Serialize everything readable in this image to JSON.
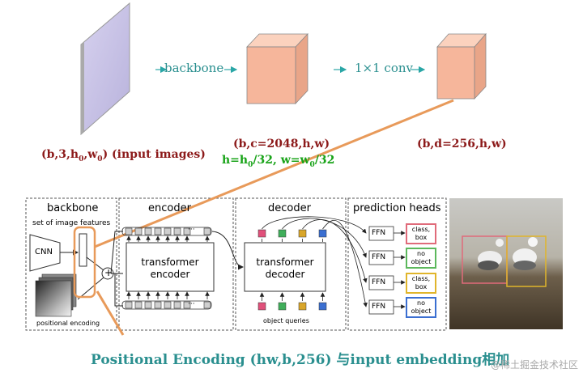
{
  "top": {
    "arrow1_label": "backbone",
    "arrow2_label": "1×1 conv",
    "input_dims": {
      "pre": "(b,3,h",
      "sub1": "0",
      "mid": ",w",
      "sub2": "0",
      "post": ") (input images)"
    },
    "backbone_dims": "(b,c=2048,h,w)",
    "backbone_hw": {
      "p1": "h=h",
      "s1": "0",
      "p2": "/32, w=w",
      "s2": "0",
      "p3": "/32"
    },
    "conv_dims": "(b,d=256,h,w)"
  },
  "detr": {
    "backbone": {
      "title": "backbone",
      "caption": "set of image features",
      "cnn": "CNN",
      "pos_caption": "positional encoding",
      "plus": "+"
    },
    "encoder": {
      "title": "encoder",
      "box_line1": "transformer",
      "box_line2": "encoder",
      "dots": "···"
    },
    "decoder": {
      "title": "decoder",
      "box_line1": "transformer",
      "box_line2": "decoder",
      "queries": "object queries"
    },
    "heads": {
      "title": "prediction heads",
      "ffn": "FFN",
      "outputs": [
        {
          "l1": "class,",
          "l2": "box",
          "color": "#e06b7a"
        },
        {
          "l1": "no",
          "l2": "object",
          "color": "#5cb85c"
        },
        {
          "l1": "class,",
          "l2": "box",
          "color": "#e0b52b"
        },
        {
          "l1": "no",
          "l2": "object",
          "color": "#3b6fd1"
        }
      ]
    },
    "query_colors": [
      "#e0507a",
      "#3fae5a",
      "#d9a62a",
      "#3b6fd1"
    ]
  },
  "bottom_caption": "Positional Encoding (hw,b,256) 与input embedding相加",
  "watermark": "@稀土掘金技术社区",
  "colors": {
    "orange": "#e89a5a",
    "salmon": "#f6b69b",
    "arrow_teal": "#2aa6a6"
  }
}
